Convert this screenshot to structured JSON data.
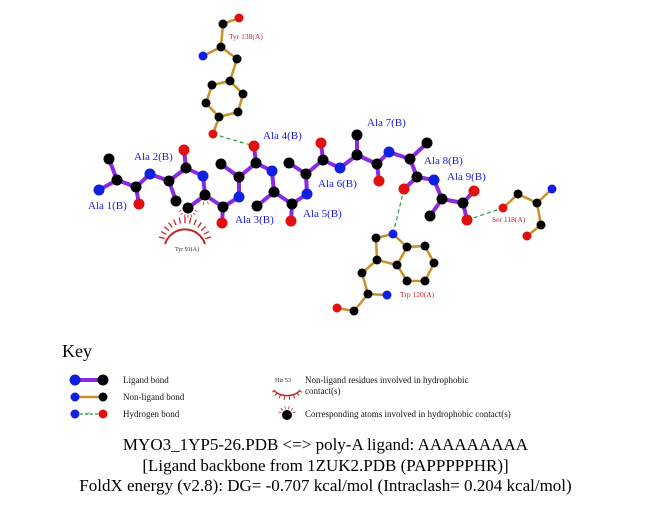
{
  "ligand_residues": [
    "Ala 1(B)",
    "Ala 2(B)",
    "Ala 3(B)",
    "Ala 4(B)",
    "Ala 5(B)",
    "Ala 6(B)",
    "Ala 7(B)",
    "Ala 8(B)",
    "Ala 9(B)"
  ],
  "protein_residues": {
    "tyr138": "Tyr 138(A)",
    "trp120": "Trp 120(A)",
    "ser118": "Ser 118(A)",
    "tyr91": "Tyr 91(A)"
  },
  "colors": {
    "ligand_bond": "#8a2be2",
    "nonligand_bond": "#c8902a",
    "hbond": "#2a9a3a",
    "carbon": "#000000",
    "nitrogen": "#1020e0",
    "oxygen": "#e01010",
    "hydrophobic": "#c0282c"
  },
  "key": {
    "title": "Key",
    "ligand_bond": "Ligand bond",
    "nonligand_bond": "Non-ligand bond",
    "hydrogen_bond": "Hydrogen bond",
    "hbond_length": "3.0",
    "example_residue": "His 53",
    "hydrophobic_residues_1": "Non-ligand residues involved in hydrophobic",
    "hydrophobic_residues_2": "contact(s)",
    "hydrophobic_atoms": "Corresponding atoms involved in hydrophobic contact(s)"
  },
  "caption": {
    "line1": "MYO3_1YP5-26.PDB <=> poly-A ligand: AAAAAAAAA",
    "line2": "[Ligand backbone from 1ZUK2.PDB (PAPPPPPHR)]",
    "line3": "FoldX energy (v2.8): DG= -0.707 kcal/mol (Intraclash= 0.204 kcal/mol)"
  }
}
